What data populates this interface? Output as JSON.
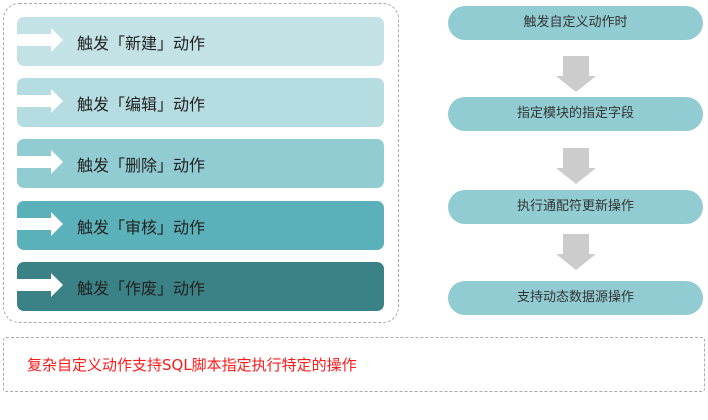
{
  "left_actions": [
    {
      "label": "触发「新建」动作",
      "color": "#c2e2e6"
    },
    {
      "label": "触发「编辑」动作",
      "color": "#b5dce1"
    },
    {
      "label": "触发「删除」动作",
      "color": "#92ccd3"
    },
    {
      "label": "触发「审核」动作",
      "color": "#5bb1b9"
    },
    {
      "label": "触发「作废」动作",
      "color": "#3b8287"
    }
  ],
  "flow_steps": [
    "触发自定义动作时",
    "指定模块的指定字段",
    "执行通配符更新操作",
    "支持动态数据源操作"
  ],
  "footer_note": "复杂自定义动作支持SQL脚本指定执行特定的操作"
}
